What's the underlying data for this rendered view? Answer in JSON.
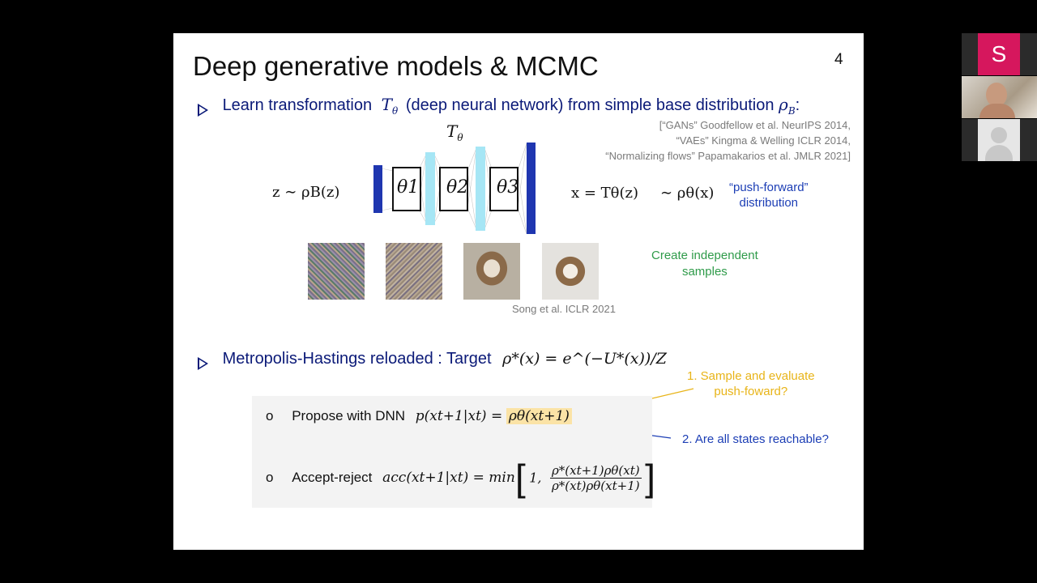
{
  "slide": {
    "title": "Deep generative models & MCMC",
    "page_number": "4",
    "bullet1_text": "Learn transformation",
    "bullet1_T": "T",
    "bullet1_theta": "θ",
    "bullet1_rest": "(deep neural network) from simple base distribution",
    "bullet1_rho": "ρ",
    "bullet1_B": "B",
    "bullet1_colon": ":",
    "references": [
      "[“GANs” Goodfellow et al. NeurIPS 2014,",
      "“VAEs” Kingma & Welling ICLR 2014,",
      "“Normalizing flows” Papamakarios et al. JMLR 2021]"
    ],
    "network_label_T": "T",
    "network_label_theta": "θ",
    "z_expr": "z ∼ ρB(z)",
    "layers": [
      "θ1",
      "θ2",
      "θ3"
    ],
    "x_expr": "x = Tθ(z)",
    "rho_expr": "∼ ρθ(x)",
    "push_forward_line1": "“push-forward”",
    "push_forward_line2": "distribution",
    "independent_line1": "Create independent",
    "independent_line2": "samples",
    "song_ref": "Song et al. ICLR 2021",
    "bullet2_text": "Metropolis-Hastings reloaded : Target",
    "bullet2_math": "ρ*(x) = e^(−U*(x))/Z",
    "note1_line1": "1. Sample and evaluate",
    "note1_line2": "push-foward?",
    "note2": "2. Are all states reachable?",
    "item1_bullet": "o",
    "item1_label": "Propose with DNN",
    "item1_math": "p(xt+1|xt) =",
    "item1_highlight": "ρθ(xt+1)",
    "item2_bullet": "o",
    "item2_label": "Accept-reject",
    "item2_math": "acc(xt+1|xt) = min",
    "item2_frac_num": "ρ*(xt+1)ρθ(xt)",
    "item2_frac_den": "ρ*(xt)ρθ(xt+1)",
    "item2_one": "1,"
  },
  "participants": {
    "presenter_initial": "S",
    "presenter_color": "#d6175d"
  },
  "colors": {
    "bullet_blue": "#0b1a78",
    "layer_dark": "#1f36b0",
    "layer_light": "#a6e6f5",
    "note_blue": "#1c3eb5",
    "note_green": "#2f9b4a",
    "note_yellow": "#e8b418",
    "highlight": "#fbe3a6"
  }
}
